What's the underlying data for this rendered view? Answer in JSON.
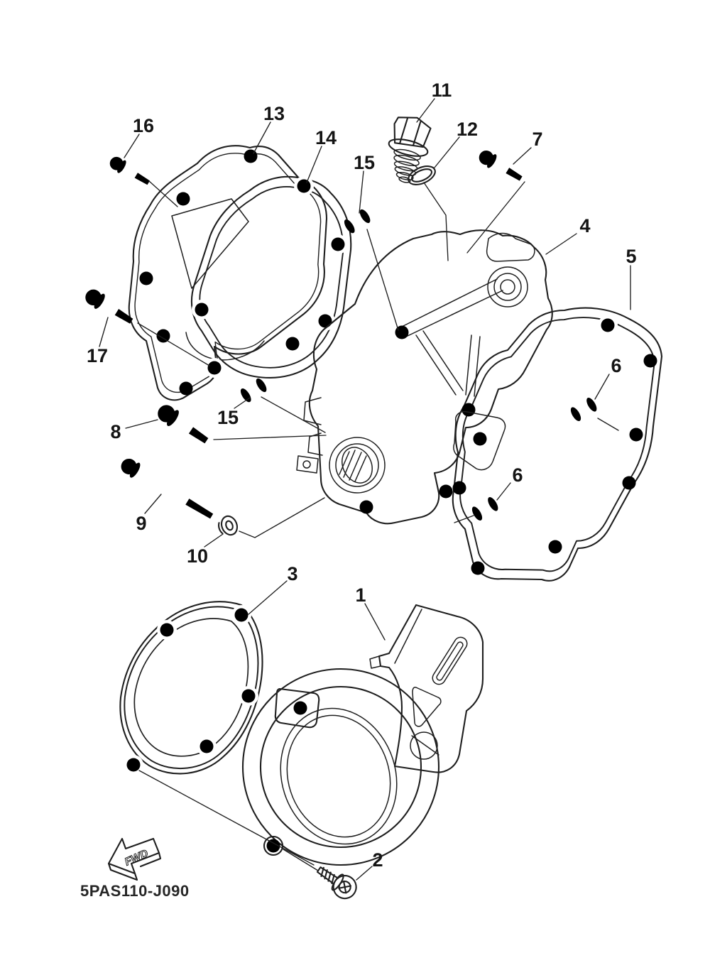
{
  "diagram": {
    "part_code": "5PAS110-J090",
    "fwd_label": "FWD",
    "callouts": {
      "c1": "1",
      "c2": "2",
      "c3": "3",
      "c4": "4",
      "c5": "5",
      "c6a": "6",
      "c6b": "6",
      "c7": "7",
      "c8": "8",
      "c9": "9",
      "c10": "10",
      "c11": "11",
      "c12": "12",
      "c13": "13",
      "c14": "14",
      "c15a": "15",
      "c15b": "15",
      "c16": "16",
      "c17": "17"
    }
  }
}
